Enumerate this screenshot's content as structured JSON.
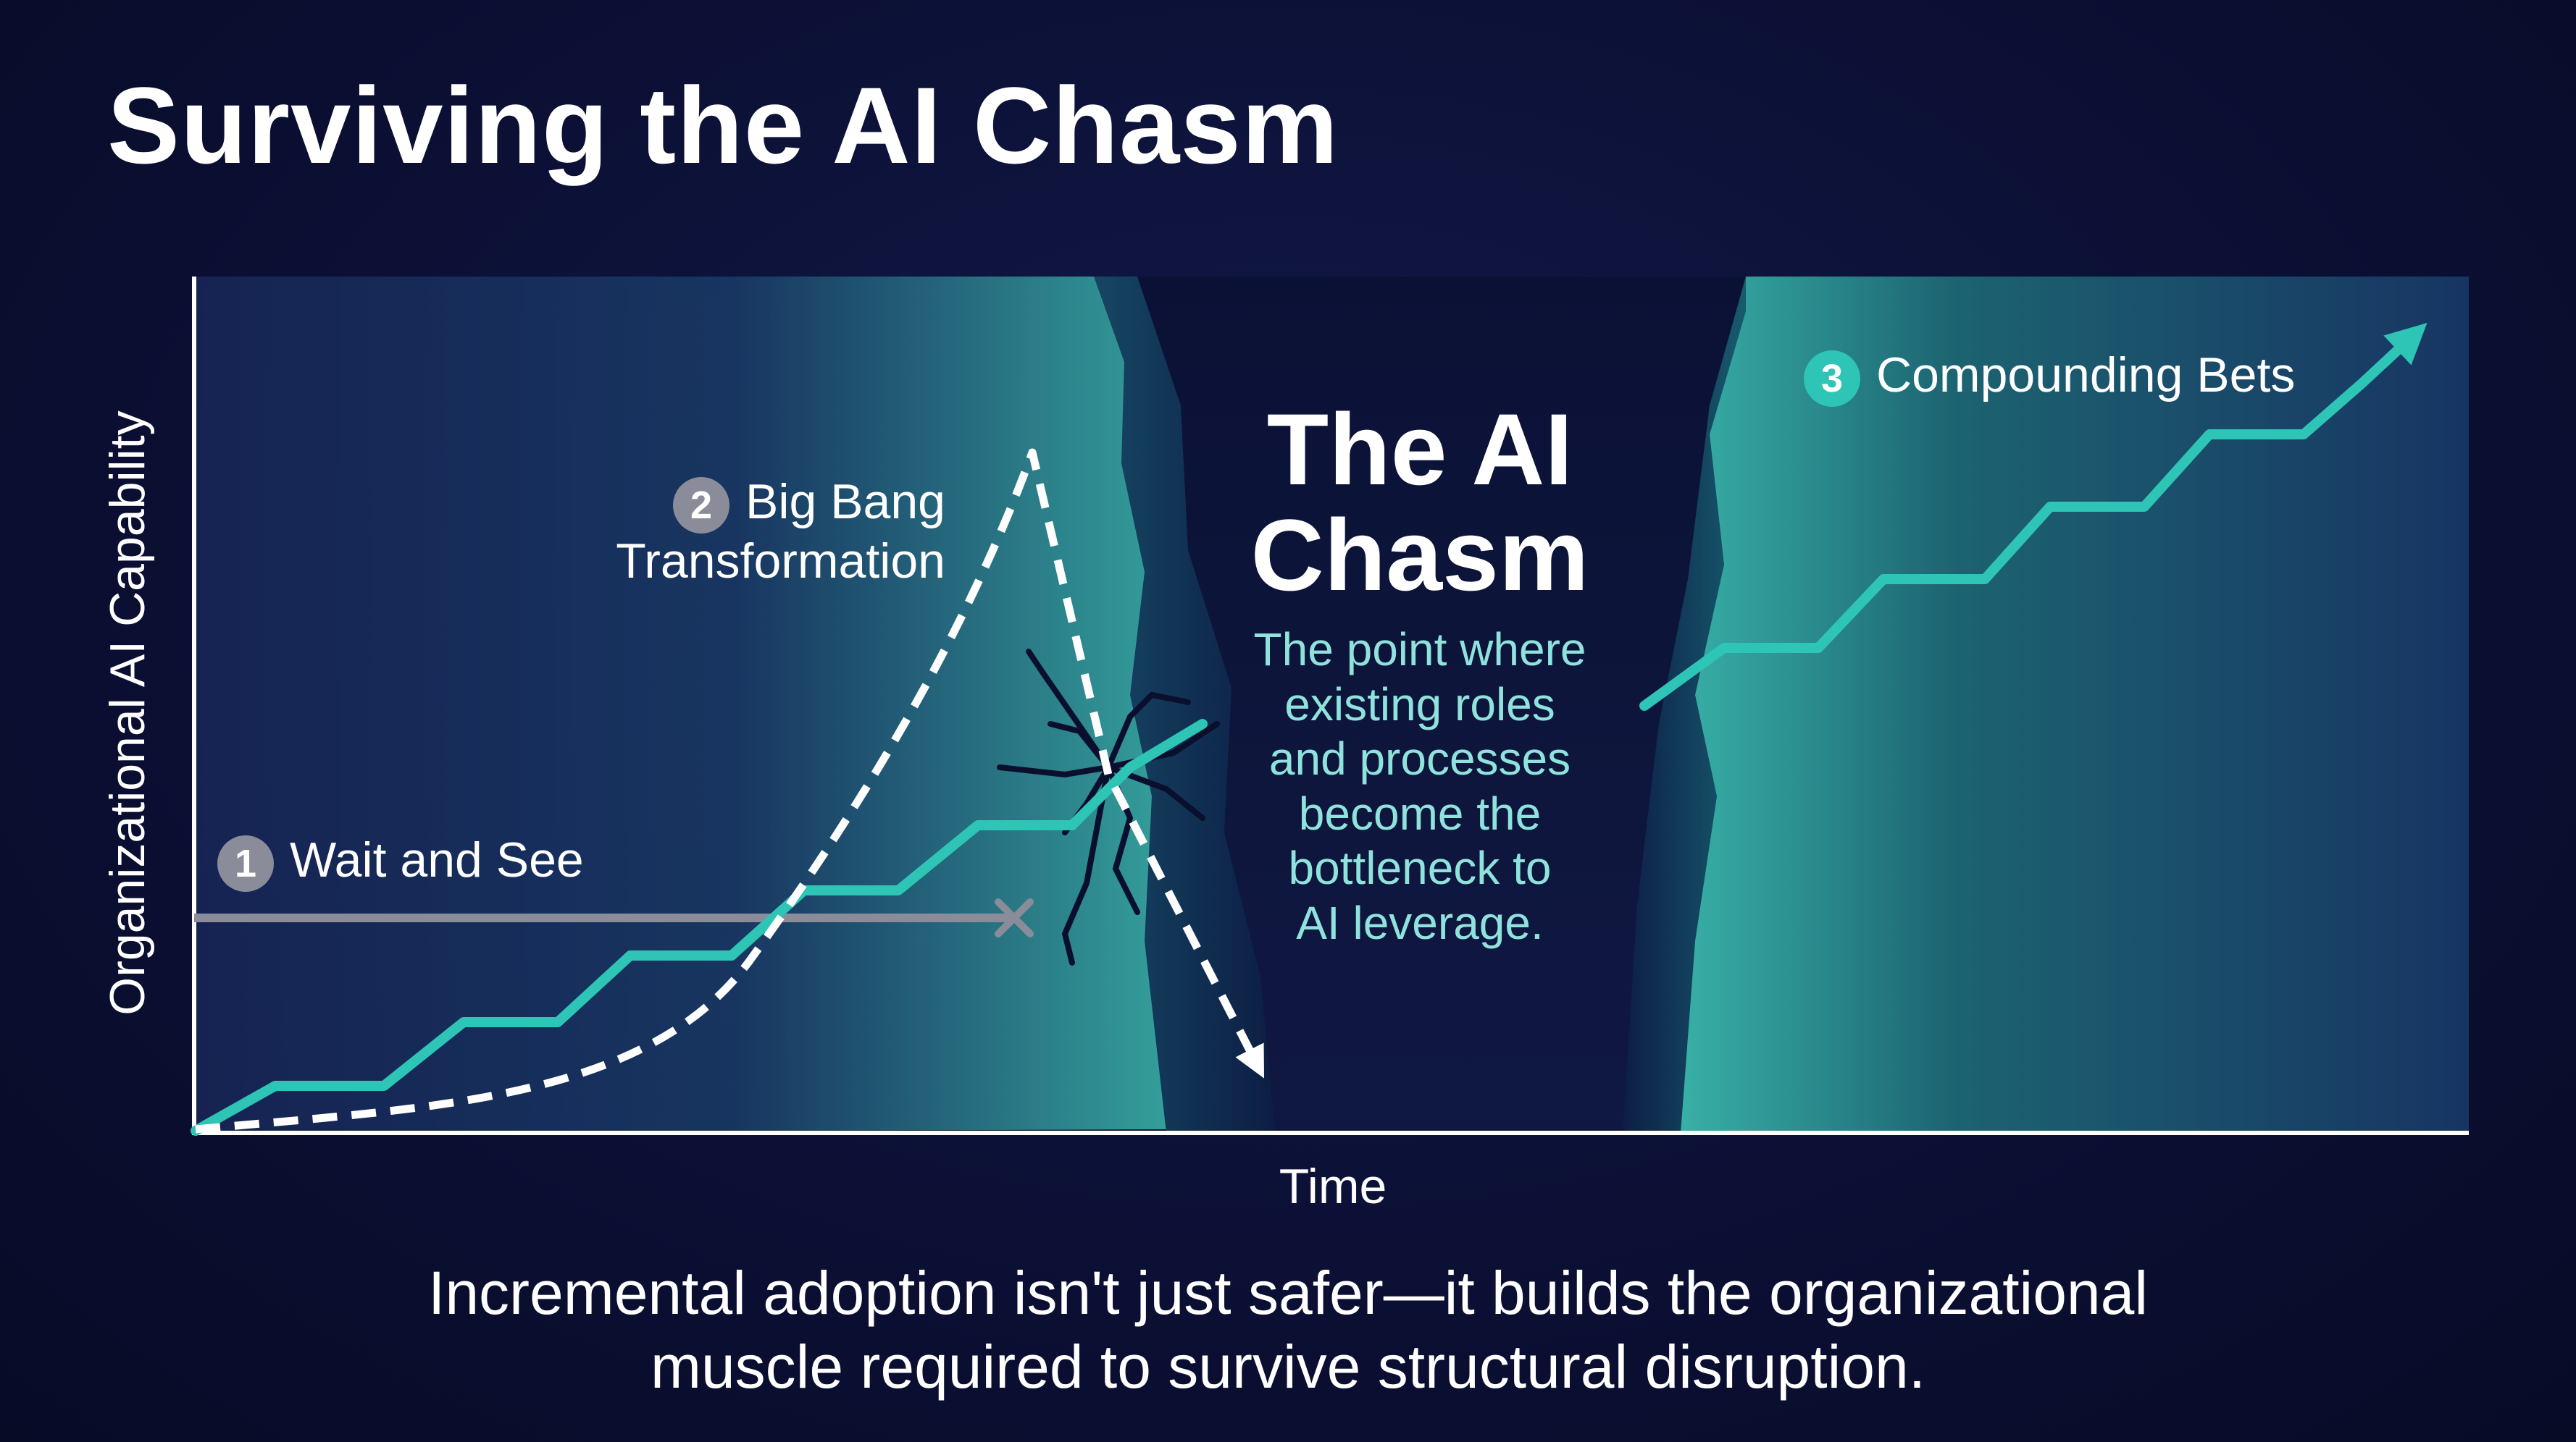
{
  "title": "Surviving the AI Chasm",
  "axes": {
    "y_label": "Organizational AI Capability",
    "x_label": "Time"
  },
  "paths": {
    "wait_and_see": {
      "number": "1",
      "label": "Wait and See",
      "color": "#8a8d99"
    },
    "big_bang": {
      "number": "2",
      "label_line1": "Big Bang",
      "label_line2": "Transformation",
      "color": "#ffffff"
    },
    "compounding_bets": {
      "number": "3",
      "label": "Compounding Bets",
      "color": "#2ec4b6"
    }
  },
  "chasm": {
    "title_line1": "The AI",
    "title_line2": "Chasm",
    "description": "The point where\nexisting roles\nand processes\nbecome the\nbottleneck to\nAI leverage."
  },
  "footer": "Incremental adoption isn't just safer—it builds the organizational\nmuscle required to survive structural disruption.",
  "colors": {
    "background": "#0b0f33",
    "teal": "#2ec4b6",
    "chasm_dark": "#0d1438"
  }
}
